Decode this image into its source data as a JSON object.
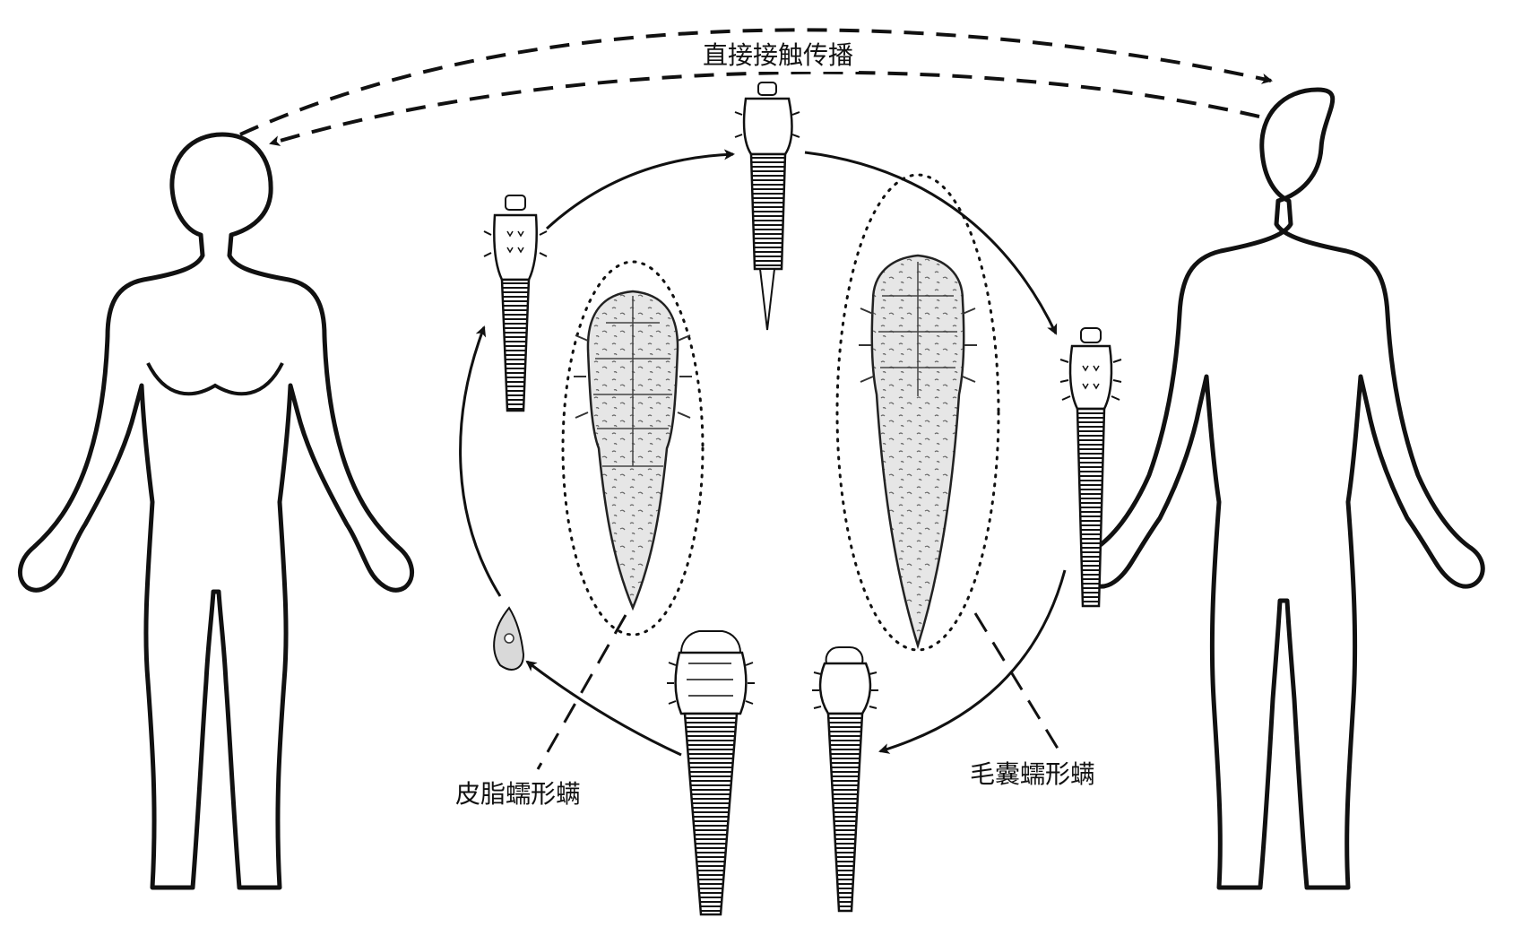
{
  "labels": {
    "transmission": "直接接触传播",
    "brevis": "皮脂蠕形螨",
    "folliculorum": "毛囊蠕形螨"
  },
  "colors": {
    "ink": "#111111",
    "background": "#ffffff"
  }
}
